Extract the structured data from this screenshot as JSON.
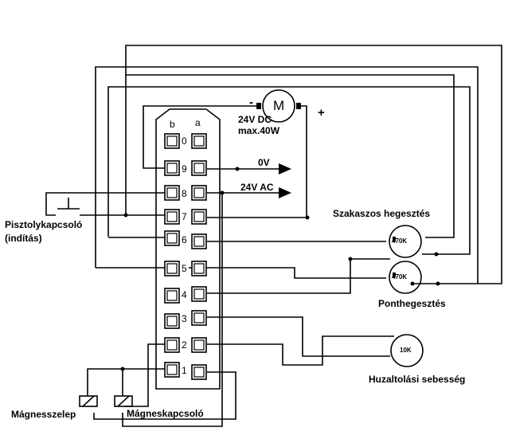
{
  "motor": {
    "symbol": "M",
    "rating_voltage": "24V DC",
    "rating_power": "max.40W",
    "minus": "-",
    "plus": "+"
  },
  "connector": {
    "col_b": "b",
    "col_a": "a",
    "pins": [
      "0",
      "9",
      "8",
      "7",
      "6",
      "5",
      "4",
      "3",
      "2",
      "1"
    ]
  },
  "rails": {
    "zero_v": "0V",
    "ac_24v": "24V AC"
  },
  "labels": {
    "pistol_switch_line1": "Pisztolykapcsoló",
    "pistol_switch_line2": "(indítás)",
    "interval_welding": "Szakaszos hegesztés",
    "spot_welding": "Ponthegesztés",
    "wire_feed_speed": "Huzaltolási sebesség",
    "solenoid_valve": "Mágnesszelep",
    "magnetic_switch": "Mágneskapcsoló"
  },
  "potentiometers": {
    "pot_interval": "470K",
    "pot_spot": "470K",
    "pot_wire": "10K"
  }
}
